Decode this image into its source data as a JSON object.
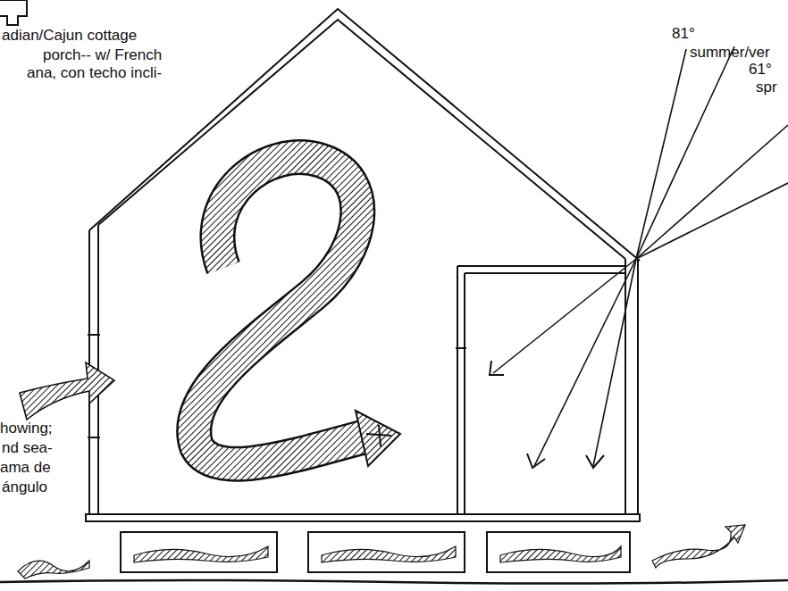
{
  "diagram": {
    "labels": [
      "adian/Cajun cottage",
      "porch-- w/ French",
      "ana, con techo incli-",
      "81°",
      "summer/ver",
      "61°",
      "spr",
      "howing;",
      "nd sea-",
      "ama de",
      "ángulo"
    ]
  }
}
